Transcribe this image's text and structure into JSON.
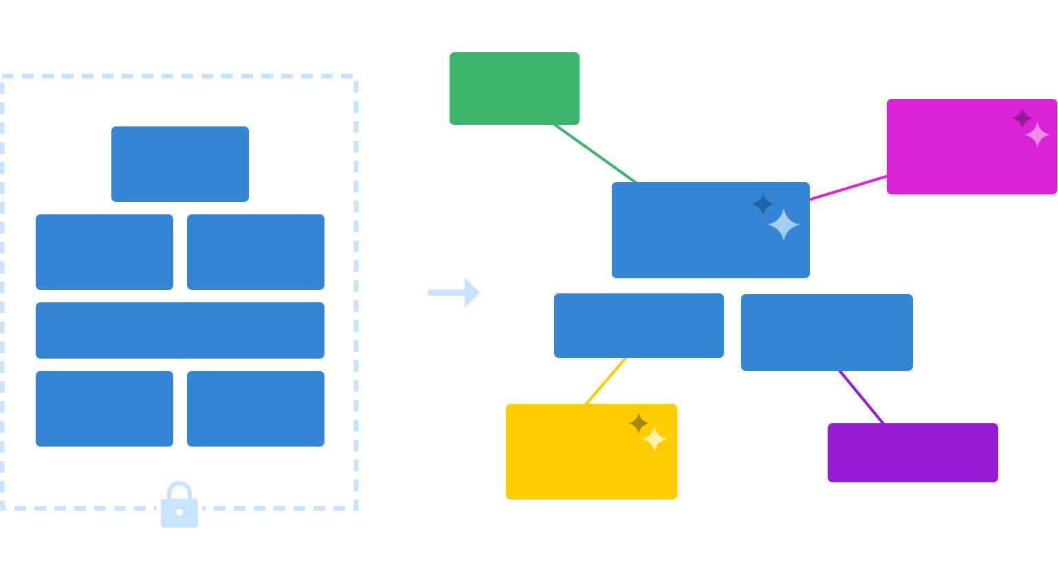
{
  "colors": {
    "background": "#ffffff",
    "block_blue": "#3486d4",
    "dashed_frame": "#c8e3fd",
    "arrow": "#c8e3fd",
    "lock": "#c8e3fd",
    "green": "#3db46d",
    "magenta": "#da22d7",
    "yellow": "#ffcc00",
    "purple": "#971bd5"
  },
  "left_panel": {
    "frame_style": "dashed",
    "locked": true,
    "lock_icon": "lock-icon",
    "blocks": [
      {
        "name": "locked-block-top",
        "color": "block_blue"
      },
      {
        "name": "locked-block-row2-left",
        "color": "block_blue"
      },
      {
        "name": "locked-block-row2-right",
        "color": "block_blue"
      },
      {
        "name": "locked-block-row3-wide",
        "color": "block_blue"
      },
      {
        "name": "locked-block-row4-left",
        "color": "block_blue"
      },
      {
        "name": "locked-block-row4-right",
        "color": "block_blue"
      }
    ]
  },
  "transition_icon": "arrow-right-icon",
  "right_panel": {
    "nodes": [
      {
        "name": "node-green",
        "color": "green",
        "sparkle": false
      },
      {
        "name": "node-magenta",
        "color": "magenta",
        "sparkle": true
      },
      {
        "name": "node-center-blue",
        "color": "block_blue",
        "sparkle": true
      },
      {
        "name": "node-blue-lower-left",
        "color": "block_blue",
        "sparkle": false
      },
      {
        "name": "node-blue-lower-right",
        "color": "block_blue",
        "sparkle": false
      },
      {
        "name": "node-yellow",
        "color": "yellow",
        "sparkle": true
      },
      {
        "name": "node-purple",
        "color": "purple",
        "sparkle": false
      }
    ],
    "connectors": [
      {
        "name": "connector-green-to-center",
        "color": "green",
        "from": "node-green",
        "to": "node-center-blue"
      },
      {
        "name": "connector-magenta-to-center",
        "color": "magenta",
        "from": "node-magenta",
        "to": "node-center-blue"
      },
      {
        "name": "connector-yellow-to-lower-left",
        "color": "yellow",
        "from": "node-yellow",
        "to": "node-blue-lower-left"
      },
      {
        "name": "connector-purple-to-lower-right",
        "color": "purple",
        "from": "node-purple",
        "to": "node-blue-lower-right"
      }
    ],
    "sparkle_icon": "sparkle-icon"
  }
}
